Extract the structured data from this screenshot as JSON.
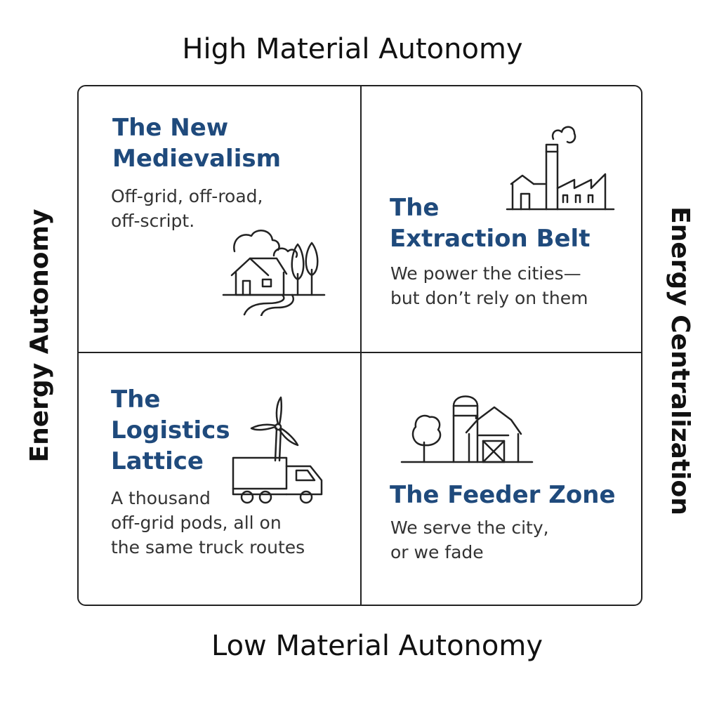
{
  "axes": {
    "top": "High Material Autonomy",
    "bottom": "Low Material Autonomy",
    "left": "Energy  Autonomy",
    "right": "Energy Centralization"
  },
  "quadrants": {
    "top_left": {
      "title_lines": [
        "The New",
        "Medievalism"
      ],
      "desc_lines": [
        "Off-grid, off-road,",
        "off-script."
      ],
      "icon": "house-landscape-icon"
    },
    "top_right": {
      "title_lines": [
        "The",
        "Extraction Belt"
      ],
      "desc_lines": [
        "We power the cities—",
        "but don’t rely on them"
      ],
      "icon": "factory-icon"
    },
    "bottom_left": {
      "title_lines": [
        "The",
        "Logistics",
        "Lattice"
      ],
      "desc_lines": [
        "A thousand",
        "off-grid pods, all on",
        "the same truck routes"
      ],
      "icon": "truck-wind-turbine-icon"
    },
    "bottom_right": {
      "title_lines": [
        "The Feeder Zone"
      ],
      "desc_lines": [
        "We serve the city,",
        "or we fade"
      ],
      "icon": "barn-silo-icon"
    }
  },
  "colors": {
    "title": "#1f4a7c",
    "text": "#333333",
    "lines": "#222222"
  }
}
